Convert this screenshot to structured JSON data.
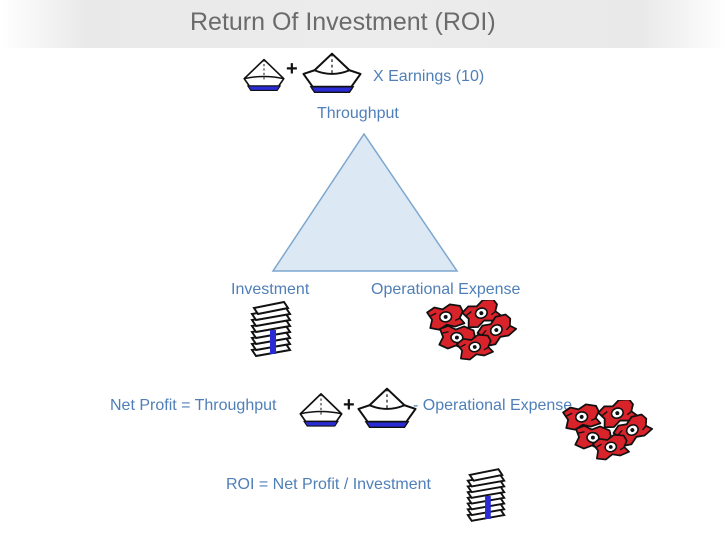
{
  "slide": {
    "title": "Return Of Investment (ROI)"
  },
  "diagram": {
    "top_multiplier": "X Earnings (10)",
    "throughput_label": "Throughput",
    "investment_label": "Investment",
    "opex_label": "Operational Expense",
    "triangle_fill": "#dce8f3",
    "triangle_stroke": "#7da7cf"
  },
  "formulas": {
    "net_profit_prefix": "Net Profit = Throughput",
    "net_profit_suffix": "- Operational Expense",
    "roi": "ROI = Net Profit / Investment"
  },
  "icons": {
    "plus": "+",
    "boat": "paper-boat-icon",
    "money": "money-stack-icon",
    "bills": "flying-money-icon"
  },
  "colors": {
    "label_blue": "#4f7fb8",
    "title_gray": "#6b6b6b",
    "icon_blue": "#2b2bd6",
    "money_red": "#d8232a"
  }
}
